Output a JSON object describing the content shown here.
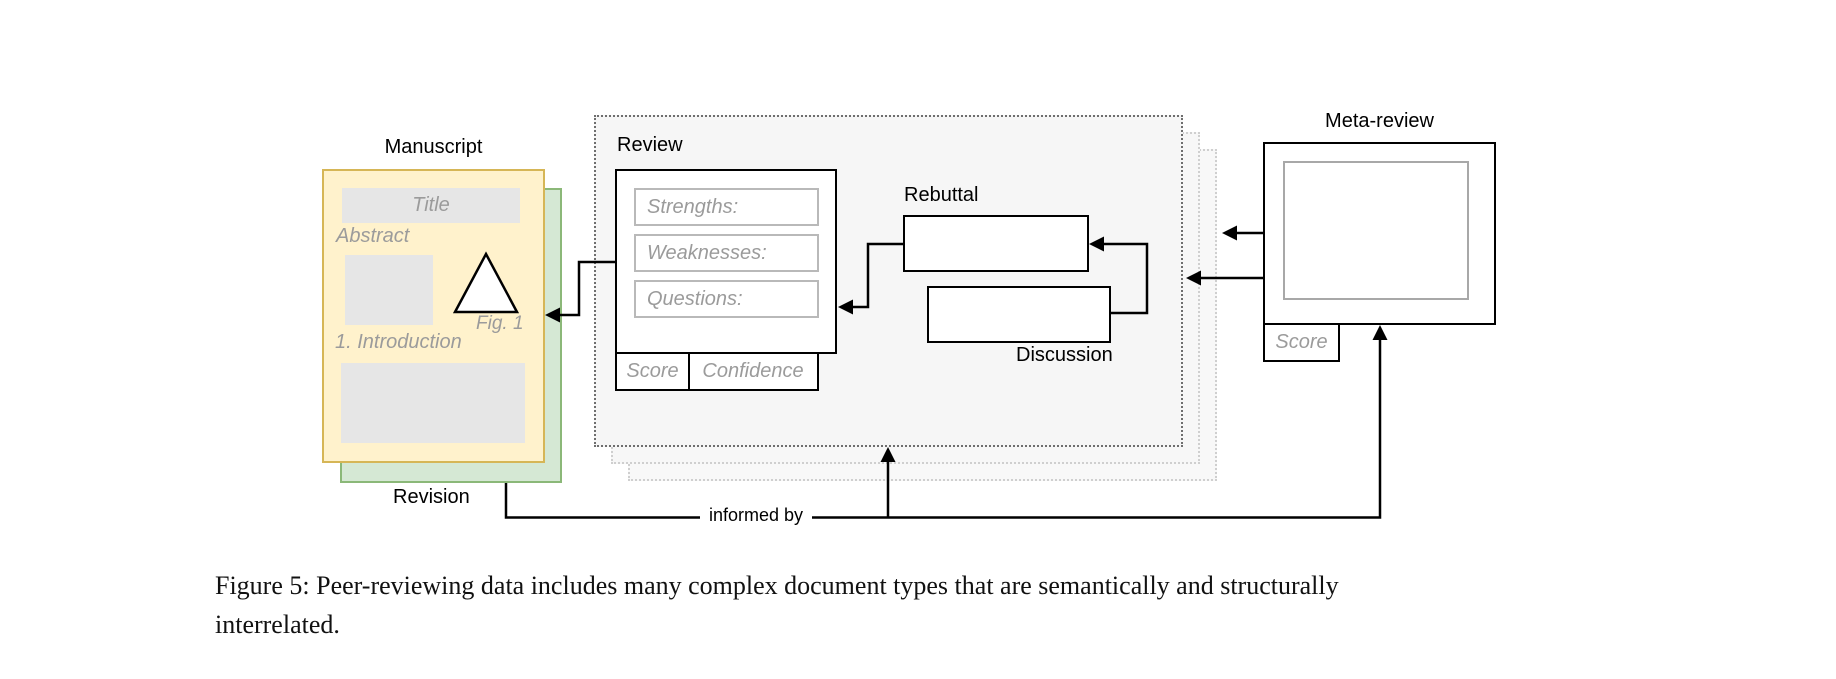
{
  "diagram": {
    "manuscript": {
      "label": "Manuscript",
      "title_placeholder": "Title",
      "abstract_label": "Abstract",
      "figure_label": "Fig. 1",
      "intro_label": "1. Introduction"
    },
    "revision": {
      "label": "Revision"
    },
    "review": {
      "label": "Review",
      "fields": [
        "Strengths:",
        "Weaknesses:",
        "Questions:"
      ],
      "score_label": "Score",
      "confidence_label": "Confidence"
    },
    "rebuttal": {
      "label": "Rebuttal"
    },
    "discussion": {
      "label": "Discussion"
    },
    "meta_review": {
      "label": "Meta-review",
      "score_label": "Score"
    },
    "informed_by_label": "informed by"
  },
  "caption": {
    "line1": "Figure 5: Peer-reviewing data includes many complex document types that are semantically and structurally",
    "line2": "interrelated."
  },
  "colors": {
    "manuscript_fill": "#fff2cc",
    "manuscript_border": "#d6b656",
    "revision_fill": "#d5e8d4",
    "revision_border": "#8bb878",
    "placeholder_fill": "#e6e6e6",
    "panel_fill": "#f6f6f6",
    "panel_border": "#6e6e6e",
    "muted_text": "#9b9b9b",
    "line_color": "#000000"
  }
}
